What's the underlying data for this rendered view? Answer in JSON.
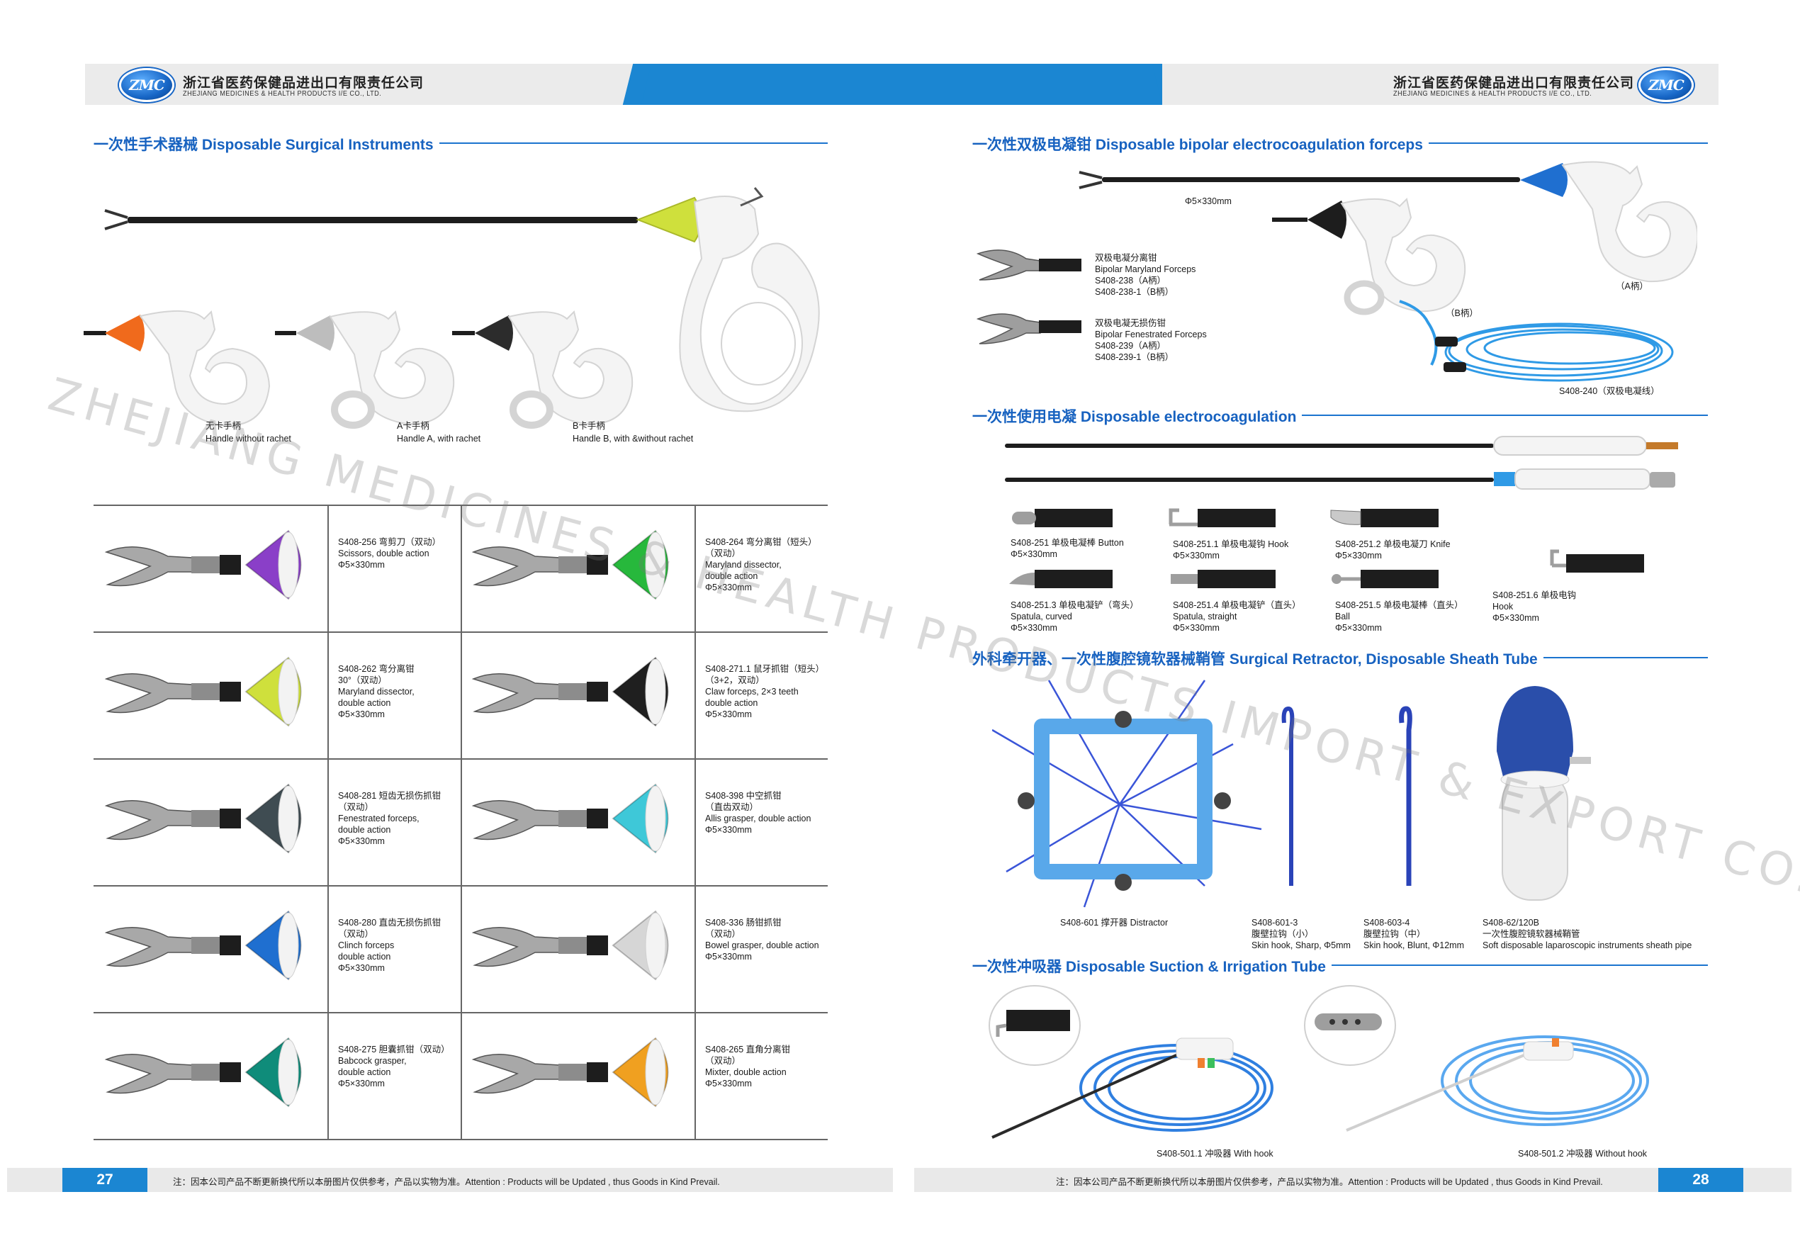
{
  "header": {
    "logo_text": "ZMC",
    "company_cn": "浙江省医药保健品进出口有限责任公司",
    "company_en": "ZHEJIANG MEDICINES & HEALTH PRODUCTS I/E CO., LTD."
  },
  "watermark": "ZHEJIANG MEDICINES & HEALTH PRODUCTS IMPORT & EXPORT CO., LTD.,",
  "left_page": {
    "section_title": "一次性手术器械 Disposable Surgical Instruments",
    "handles": [
      {
        "cn": "无卡手柄",
        "en": "Handle without rachet",
        "color": "#f06a1c"
      },
      {
        "cn": "A卡手柄",
        "en": "Handle A, with rachet",
        "color": "#bdbdbd"
      },
      {
        "cn": "B卡手柄",
        "en": "Handle B, with &without rachet",
        "color": "#2c2c2c"
      }
    ],
    "top_instrument_color": "#cfe03c",
    "grid": [
      {
        "color": "#8a3fc8",
        "text": "S408-256 弯剪刀（双动）\nScissors, double action\nΦ5×330mm"
      },
      {
        "color": "#27b83c",
        "text": "S408-264 弯分离钳（短头）\n（双动）\nMaryland dissector,\ndouble action\nΦ5×330mm"
      },
      {
        "color": "#cfe03c",
        "text": "S408-262 弯分离钳\n30°（双动）\nMaryland dissector,\ndouble action\nΦ5×330mm"
      },
      {
        "color": "#1f1f1f",
        "text": "S408-271.1 鼠牙抓钳（短头）\n（3+2，双动）\nClaw forceps, 2×3 teeth\ndouble action\nΦ5×330mm"
      },
      {
        "color": "#3f4c52",
        "text": "S408-281 短齿无损伤抓钳\n（双动）\nFenestrated forceps,\ndouble action\nΦ5×330mm"
      },
      {
        "color": "#3ec8d8",
        "text": "S408-398 中空抓钳\n（直齿双动）\nAllis grasper, double action\nΦ5×330mm"
      },
      {
        "color": "#1f6fd0",
        "text": "S408-280 直齿无损伤抓钳\n（双动）\nClinch forceps\ndouble action\nΦ5×330mm"
      },
      {
        "color": "#d6d6d6",
        "text": "S408-336 肠钳抓钳\n（双动）\nBowel grasper, double action\nΦ5×330mm"
      },
      {
        "color": "#0f8c7a",
        "text": "S408-275 胆囊抓钳（双动）\nBabcock grasper,\ndouble action\nΦ5×330mm"
      },
      {
        "color": "#f0a020",
        "text": "S408-265 直角分离钳\n（双动）\nMixter, double action\nΦ5×330mm"
      }
    ],
    "page_number": "27",
    "footnote": "注：因本公司产品不断更新换代所以本册图片仅供参考，产品以实物为准。Attention : Products will be Updated , thus Goods in Kind Prevail."
  },
  "right_page": {
    "bipolar": {
      "title": "一次性双极电凝钳 Disposable bipolar electrocoagulation forceps",
      "spec": "Φ5×330mm",
      "items": [
        {
          "text": "双极电凝分离钳\nBipolar Maryland Forceps\nS408-238（A柄）\nS408-238-1（B柄）"
        },
        {
          "text": "双极电凝无损伤钳\nBipolar Fenestrated Forceps\nS408-239（A柄）\nS408-239-1（B柄）"
        }
      ],
      "label_a": "（A柄）",
      "label_b": "（B柄）",
      "cable": "S408-240（双极电凝线）"
    },
    "electro": {
      "title": "一次性使用电凝 Disposable electrocoagulation",
      "tips": [
        {
          "text": "S408-251 单极电凝棒 Button\nΦ5×330mm"
        },
        {
          "text": "S408-251.1 单极电凝钩 Hook\nΦ5×330mm"
        },
        {
          "text": "S408-251.2 单极电凝刀 Knife\nΦ5×330mm"
        },
        {
          "text": "S408-251.3 单极电凝铲（弯头）\nSpatula, curved\nΦ5×330mm"
        },
        {
          "text": "S408-251.4 单极电凝铲（直头）\nSpatula, straight\nΦ5×330mm"
        },
        {
          "text": "S408-251.5 单极电凝棒（直头）\nBall\nΦ5×330mm"
        },
        {
          "text": "S408-251.6 单极电钩\nHook\nΦ5×330mm"
        }
      ]
    },
    "retractor": {
      "title": "外科牵开器、一次性腹腔镜软器械鞘管 Surgical Retractor, Disposable Sheath Tube",
      "items": [
        {
          "text": "S408-601 撑开器 Distractor"
        },
        {
          "text": "S408-601-3\n腹壁拉钩（小）\nSkin hook, Sharp, Φ5mm"
        },
        {
          "text": "S408-603-4\n腹壁拉钩（中）\nSkin hook, Blunt, Φ12mm"
        },
        {
          "text": "S408-62/120B\n一次性腹腔镜软器械鞘管\nSoft disposable laparoscopic instruments sheath pipe"
        }
      ]
    },
    "suction": {
      "title": "一次性冲吸器 Disposable Suction & Irrigation Tube",
      "items": [
        {
          "text": "S408-501.1 冲吸器 With hook"
        },
        {
          "text": "S408-501.2 冲吸器 Without hook"
        }
      ]
    },
    "page_number": "28",
    "footnote": "注：因本公司产品不断更新换代所以本册图片仅供参考，产品以实物为准。Attention : Products will be Updated , thus Goods in Kind Prevail."
  }
}
